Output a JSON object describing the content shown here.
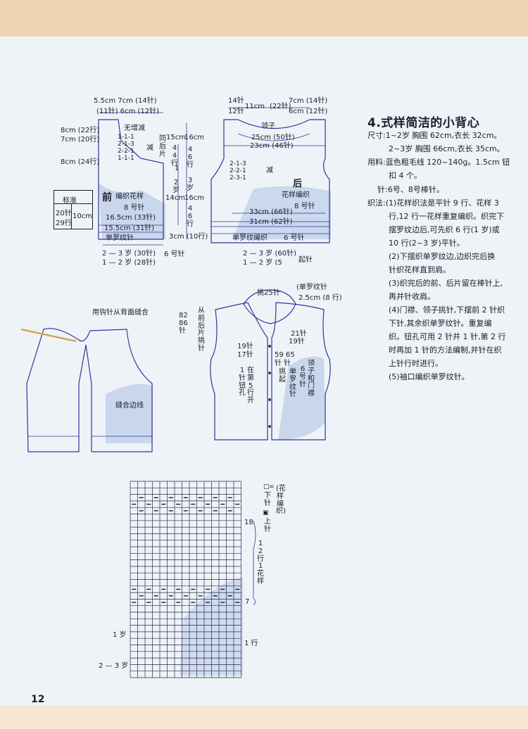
{
  "page": {
    "number": "12"
  },
  "article": {
    "title": "4.式样简洁的小背心",
    "lines": [
      "尺寸:1~2岁  胸围 62cm,衣长 32cm。",
      "2~3岁  胸围 66cm,衣长 35cm。",
      "用料:蓝色粗毛线 120~140g。1.5cm 钮",
      "扣 4 个。",
      "针:6号、8号棒针。",
      "织法:(1)花样织法是平针 9 行、花样 3",
      "行,12 行一花样重复编织。织完下",
      "摆罗纹边后,可先织 6 行(1 岁)或",
      "10 行(2~3 岁)平针。",
      "(2)下摆织单罗纹边,边织完后换",
      "针织花样直到肩。",
      "(3)织完后的前、后片留在棒针上,",
      "再并针收肩。",
      "(4)门襟、领子挑针,下摆前 2 针织",
      "下针,其余织单罗纹针。重复编",
      "织。钮孔可用 2 针并 1 针,第 2 行",
      "时再加 1 针的方法编制,并针在织",
      "上针行时进行。",
      "(5)袖口编织单罗纹针。"
    ]
  },
  "front": {
    "shoulder_a": "5.5cm 7cm (14针)",
    "shoulder_b": "(11针) 6cm (12针)",
    "no_change": "无增减",
    "dec_rows": [
      "1-1-1",
      "2-1-3",
      "2-2-1",
      "1-1-1"
    ],
    "dec": "减",
    "side_a": "8cm (22行)",
    "side_b": "7cm (20行)",
    "side_c": "8cm (24行)",
    "same_as_back": "同后片",
    "to_back": "15cm",
    "v44": "44 行",
    "v46": "46 行",
    "one": "1",
    "two_age": "2 岁",
    "three_age": "3 岁",
    "sixteen": "16cm",
    "fourteen_a": "14cm",
    "fourteen_b": "16cm",
    "v3": "3",
    "rows_10": "3cm (10行)",
    "label": "前",
    "pattern": "编织花样",
    "needle8": "8 号针",
    "w1": "16.5cm (33针)",
    "w2": "15.5cm (31针)",
    "rib": "单罗纹针",
    "needle6": "6 号针",
    "ages_a": "2 — 3 岁 (30针)",
    "ages_b": "1 — 2 岁 (28针)"
  },
  "legend": {
    "title": "标准",
    "c1": "20针",
    "c2": "29行",
    "size": "10cm"
  },
  "back": {
    "top_a": "14针",
    "top_b": "11cm",
    "top_c": "(22针)",
    "top_d": "7cm (14针)",
    "top_e": "12针",
    "top_f": "6cm (12针)",
    "collar": "领子",
    "w25": "25cm (50针)",
    "w23": "23cm (46针)",
    "dec_rows": [
      "2-1-3",
      "2-2-1",
      "2-3-1"
    ],
    "dec": "减",
    "label": "后",
    "pattern": "花样编织",
    "needle8": "8 号针",
    "w33": "33cm (66针)",
    "w31": "31cm (62针)",
    "rib": "单罗纹编织",
    "needle6": "6 号针",
    "ages_a": "2 — 3 岁 (60针)",
    "ages_b": "1 — 2 岁 (5",
    "cast_on": "起针"
  },
  "assembly": {
    "seam_note": "用钩针从背面缝合",
    "edge": "缝合边线"
  },
  "finished": {
    "pick25": "挑25针",
    "rib": "(单罗纹针",
    "cm25": "2.5cm (8 行)",
    "left_a": "82 86 针",
    "left_b": "从前后片挑针",
    "n21": "21针",
    "n19a": "19针",
    "n19b": "19针",
    "n17": "17针",
    "n59": "59 65",
    "n59b": "针 针",
    "pick": "挑起",
    "rib_vert": "单罗纹针",
    "needle6": "6号针",
    "collar_vert": "领子和门襟",
    "hole": "1针钮孔",
    "at5": "在第5行开"
  },
  "chart": {
    "legend_title": "(花样编织)",
    "knit": "下针",
    "purl": "上针",
    "r18": "18",
    "r12": "12行1花样",
    "r7": "7",
    "r1": "1 行",
    "age1": "1 岁",
    "age23": "2 — 3 岁"
  }
}
